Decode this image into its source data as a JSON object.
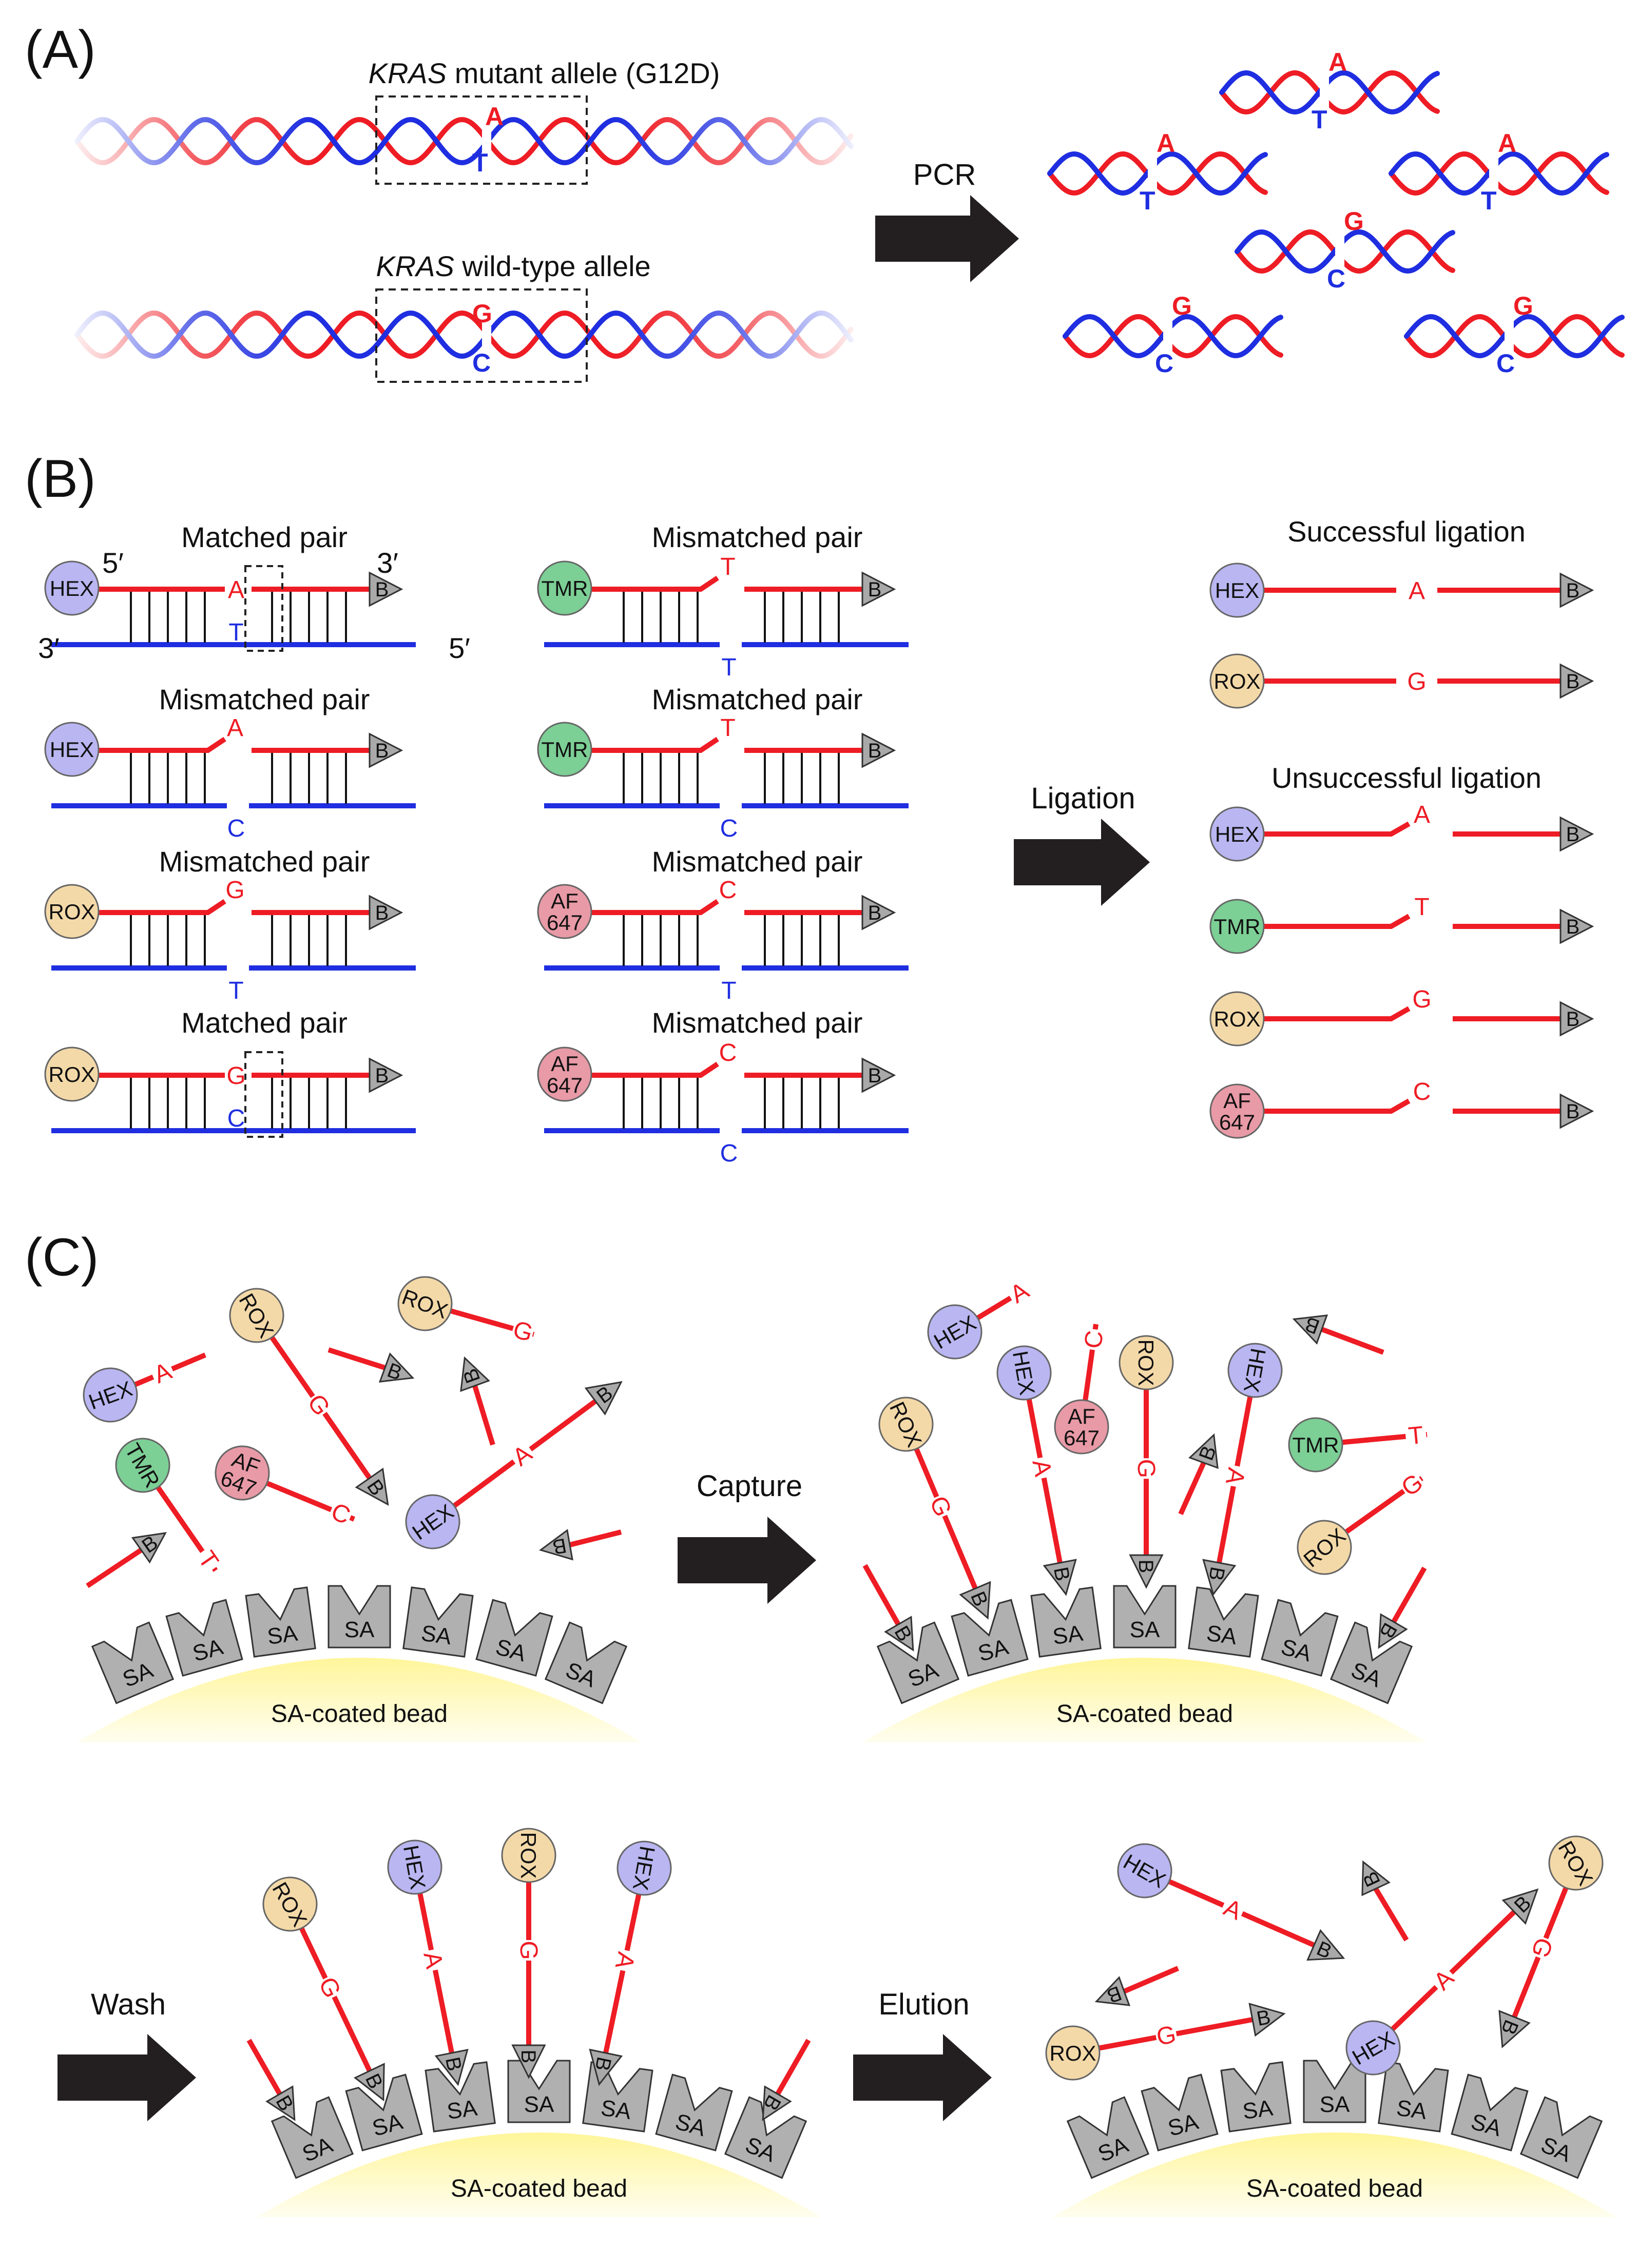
{
  "panels": {
    "a": {
      "label": "(A)",
      "mutant_caption_gene": "KRAS",
      "mutant_caption_rest": " mutant allele (G12D)",
      "wildtype_caption_gene": "KRAS",
      "wildtype_caption_rest": " wild-type allele",
      "mutant_top_base": "A",
      "mutant_bottom_base": "T",
      "wildtype_top_base": "G",
      "wildtype_bottom_base": "C",
      "arrow_label": "PCR"
    },
    "b": {
      "label": "(B)",
      "matched_pair": "Matched pair",
      "mismatched_pair": "Mismatched pair",
      "prime_5": "5′",
      "prime_3": "3′",
      "arrow_label": "Ligation",
      "successful": "Successful ligation",
      "unsuccessful": "Unsuccessful ligation"
    },
    "c": {
      "label": "(C)",
      "capture_label": "Capture",
      "wash_label": "Wash",
      "elution_label": "Elution",
      "bead_label": "SA-coated bead",
      "sa": "SA",
      "biotin": "B"
    }
  },
  "dyes": {
    "hex": {
      "text": "HEX",
      "color": "#b9b6f2"
    },
    "tmr": {
      "text": "TMR",
      "color": "#7ccf95"
    },
    "rox": {
      "text": "ROX",
      "color": "#f4d9a8"
    },
    "af": {
      "text1": "AF",
      "text2": "647",
      "color": "#e89aa6"
    }
  },
  "bases": {
    "A": "A",
    "T": "T",
    "G": "G",
    "C": "C"
  },
  "colors": {
    "probe": "#ee1c24",
    "template": "#1f2ee0",
    "arrow": "#231f20",
    "sa_block": "#b0b0b0",
    "bead": "#ffe84a"
  }
}
